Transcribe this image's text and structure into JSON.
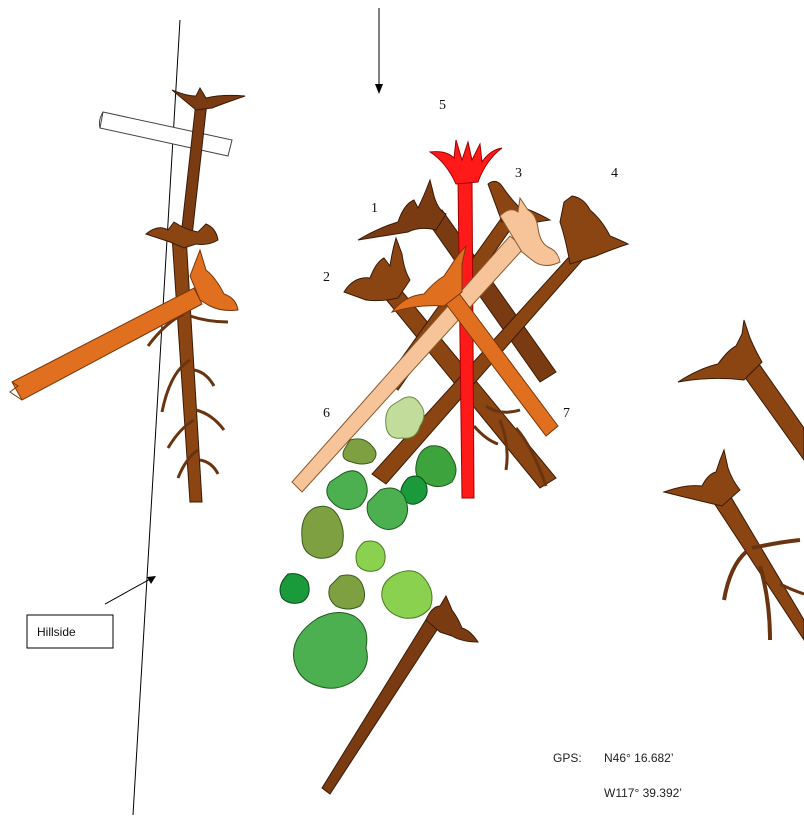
{
  "labels": {
    "log1": "1",
    "log2": "2",
    "log3": "3",
    "log4": "4",
    "log5": "5",
    "log6": "6",
    "log7": "7"
  },
  "hillside_label": "Hillside",
  "gps": {
    "prefix": "GPS:",
    "lat": "N46° 16.682’",
    "lon": "W117° 39.392’"
  },
  "colors": {
    "dark_brown": "#6b3410",
    "brown": "#8b4513",
    "orange": "#e07020",
    "peach": "#f7c49a",
    "red": "#ff1010",
    "greens": [
      "#3da33d",
      "#4caf50",
      "#1a9a3a",
      "#7fa040",
      "#8bd150",
      "#c2dd9b",
      "#6e8e3a"
    ]
  }
}
